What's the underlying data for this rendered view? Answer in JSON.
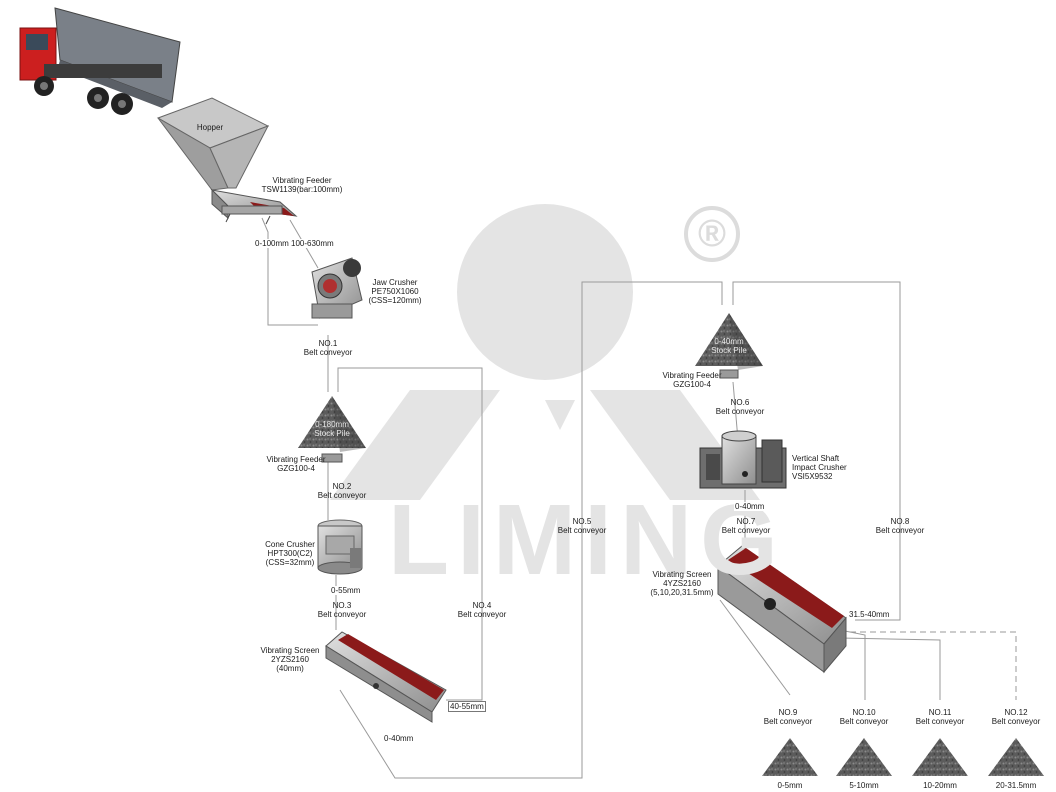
{
  "watermark": {
    "brand": "LIMING",
    "registered": "®"
  },
  "equipment": {
    "hopper": "Hopper",
    "vibrating_feeder_main": "Vibrating Feeder\nTSW1139(bar:100mm)",
    "jaw_crusher": "Jaw Crusher\nPE750X1060\n(CSS=120mm)",
    "feeder_1": "Vibrating Feeder\nGZG100-4",
    "cone_crusher": "Cone Crusher\nHPT300(C2)\n(CSS=32mm)",
    "screen_1": "Vibrating Screen\n2YZS2160\n(40mm)",
    "feeder_2": "Vibrating Feeder\nGZG100-4",
    "vsi": "Vertical Shaft\nImpact Crusher\nVSI5X9532",
    "screen_2": "Vibrating Screen\n4YZS2160\n(5,10,20,31.5mm)"
  },
  "stock_piles": {
    "pile_1": "0-180mm\nStock Pile",
    "pile_2": "0-40mm\nStock Pile"
  },
  "conveyors": {
    "no1": "NO.1\nBelt conveyor",
    "no2": "NO.2\nBelt conveyor",
    "no3": "NO.3\nBelt conveyor",
    "no4": "NO.4\nBelt conveyor",
    "no5": "NO.5\nBelt conveyor",
    "no6": "NO.6\nBelt conveyor",
    "no7": "NO.7\nBelt conveyor",
    "no8": "NO.8\nBelt conveyor",
    "no9": "NO.9\nBelt conveyor",
    "no10": "NO.10\nBelt conveyor",
    "no11": "NO.11\nBelt conveyor",
    "no12": "NO.12\nBelt conveyor"
  },
  "sizes": {
    "s_0_100": "0-100mm",
    "s_100_630": "100-630mm",
    "s_0_55": "0-55mm",
    "s_40_55": "40-55mm",
    "s_0_40_a": "0-40mm",
    "s_0_40_b": "0-40mm",
    "s_31_5_40": "31.5-40mm"
  },
  "products": {
    "p1": "0-5mm",
    "p2": "5-10mm",
    "p3": "10-20mm",
    "p4": "20-31.5mm"
  },
  "colors": {
    "machine_gray": "#b9b9b9",
    "screen_red": "#8b1a1a",
    "truck_red": "#cc1f1f",
    "pile_dark": "#5a5a5a",
    "flow_line": "#9a9a9a",
    "watermark": "#e4e4e4"
  }
}
